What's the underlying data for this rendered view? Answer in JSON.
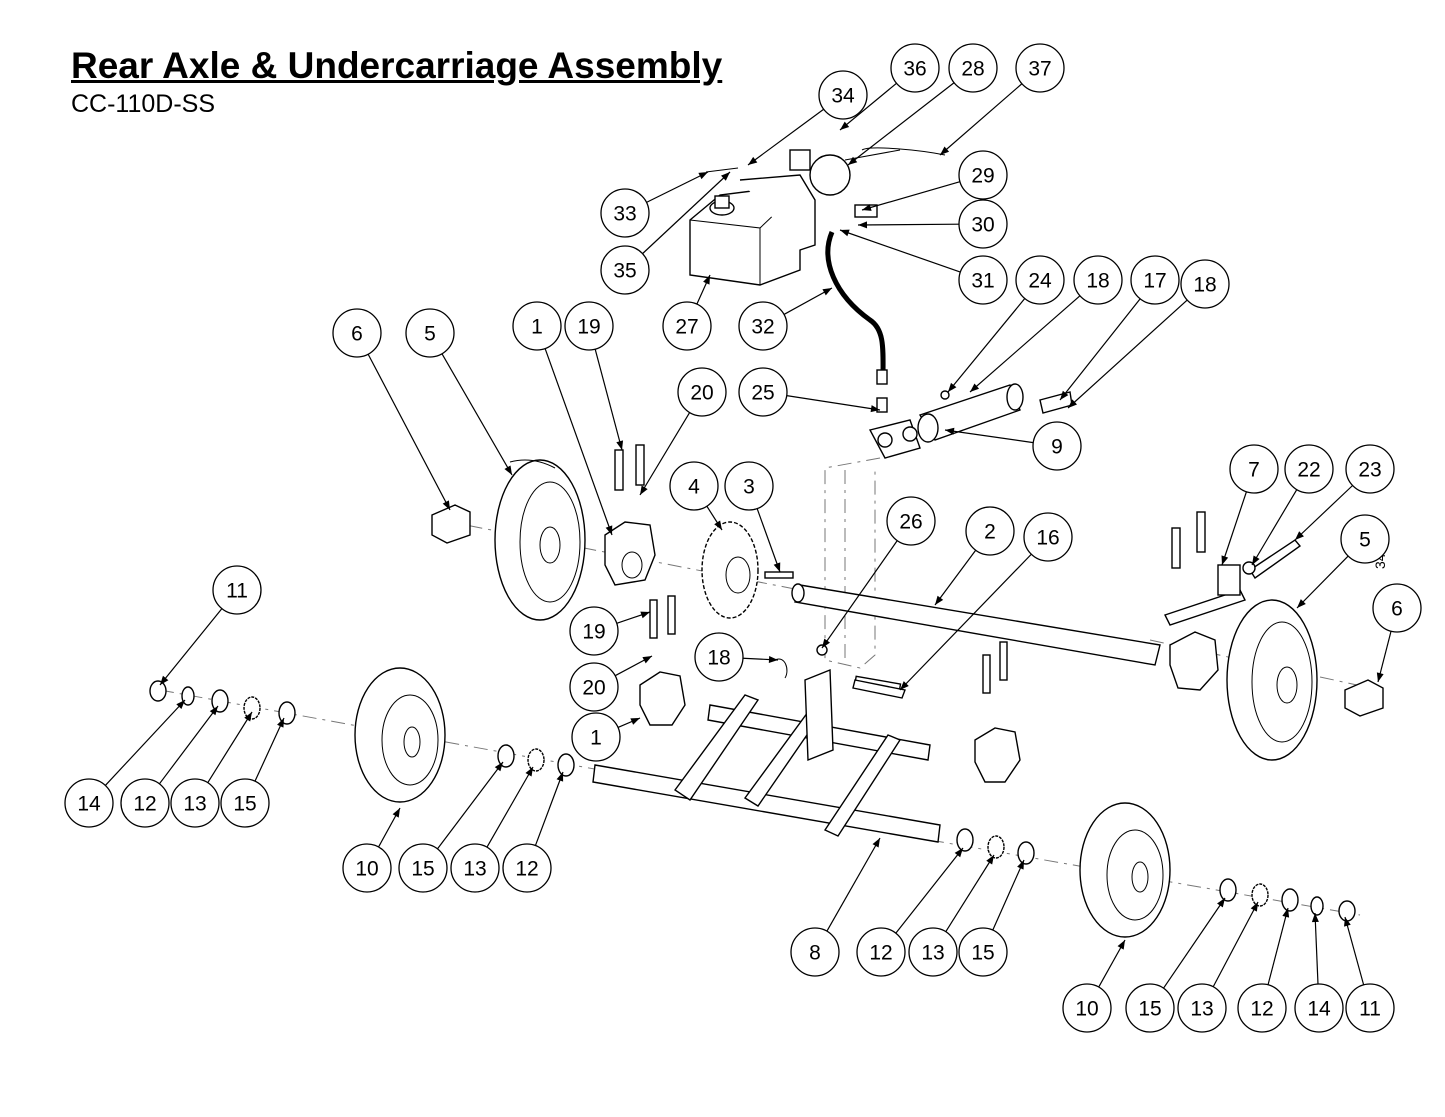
{
  "title": "Rear Axle & Undercarriage Assembly",
  "model": "CC-110D-SS",
  "side_mark": "34",
  "callouts": [
    {
      "id": "c36",
      "label": "36"
    },
    {
      "id": "c28",
      "label": "28"
    },
    {
      "id": "c37",
      "label": "37"
    },
    {
      "id": "c34",
      "label": "34"
    },
    {
      "id": "c33",
      "label": "33"
    },
    {
      "id": "c29",
      "label": "29"
    },
    {
      "id": "c30",
      "label": "30"
    },
    {
      "id": "c35",
      "label": "35"
    },
    {
      "id": "c31",
      "label": "31"
    },
    {
      "id": "c24",
      "label": "24"
    },
    {
      "id": "c18a",
      "label": "18"
    },
    {
      "id": "c17",
      "label": "17"
    },
    {
      "id": "c18b",
      "label": "18"
    },
    {
      "id": "c27",
      "label": "27"
    },
    {
      "id": "c32",
      "label": "32"
    },
    {
      "id": "c6a",
      "label": "6"
    },
    {
      "id": "c5a",
      "label": "5"
    },
    {
      "id": "c1a",
      "label": "1"
    },
    {
      "id": "c19a",
      "label": "19"
    },
    {
      "id": "c20a",
      "label": "20"
    },
    {
      "id": "c25",
      "label": "25"
    },
    {
      "id": "c9",
      "label": "9"
    },
    {
      "id": "c4",
      "label": "4"
    },
    {
      "id": "c3",
      "label": "3"
    },
    {
      "id": "c7",
      "label": "7"
    },
    {
      "id": "c22",
      "label": "22"
    },
    {
      "id": "c23",
      "label": "23"
    },
    {
      "id": "c26",
      "label": "26"
    },
    {
      "id": "c2",
      "label": "2"
    },
    {
      "id": "c16",
      "label": "16"
    },
    {
      "id": "c5b",
      "label": "5"
    },
    {
      "id": "c11a",
      "label": "11"
    },
    {
      "id": "c6b",
      "label": "6"
    },
    {
      "id": "c19b",
      "label": "19"
    },
    {
      "id": "c18c",
      "label": "18"
    },
    {
      "id": "c20b",
      "label": "20"
    },
    {
      "id": "c1b",
      "label": "1"
    },
    {
      "id": "c14a",
      "label": "14"
    },
    {
      "id": "c12a",
      "label": "12"
    },
    {
      "id": "c13a",
      "label": "13"
    },
    {
      "id": "c15a",
      "label": "15"
    },
    {
      "id": "c10a",
      "label": "10"
    },
    {
      "id": "c15b",
      "label": "15"
    },
    {
      "id": "c13b",
      "label": "13"
    },
    {
      "id": "c12b",
      "label": "12"
    },
    {
      "id": "c8",
      "label": "8"
    },
    {
      "id": "c12c",
      "label": "12"
    },
    {
      "id": "c13c",
      "label": "13"
    },
    {
      "id": "c15c",
      "label": "15"
    },
    {
      "id": "c10b",
      "label": "10"
    },
    {
      "id": "c15d",
      "label": "15"
    },
    {
      "id": "c13d",
      "label": "13"
    },
    {
      "id": "c12d",
      "label": "12"
    },
    {
      "id": "c14b",
      "label": "14"
    },
    {
      "id": "c11b",
      "label": "11"
    }
  ]
}
